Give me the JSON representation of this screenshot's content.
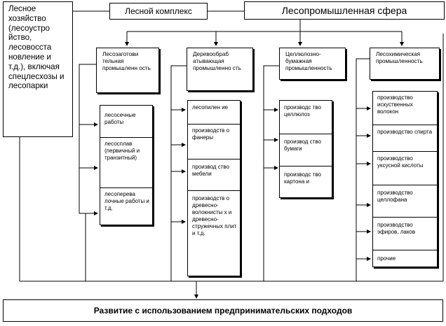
{
  "top": {
    "forest_complex": "Лесной комплекс",
    "forest_industry": "Лесопромышленная сфера"
  },
  "forestry": {
    "text": "Лесное хозяйство (лесоустро йство, лесовосста новление и т.д.), включая спецлесхозы и лесопарки"
  },
  "branches": [
    {
      "title": "Лесозаготови тельная промышленн ость",
      "items": [
        "лесосечные работы",
        "лесосплав (первичный и транзитный)",
        "лесоперева лочные работы и т.д."
      ]
    },
    {
      "title": "Деревообраб атывающая промышленно сть",
      "items": [
        "лесопилен ие",
        "производств о фанеры",
        "производ ство мебели",
        "производств о древесно-волокнисты х и древесно-стружечных плит и т.д."
      ]
    },
    {
      "title": "Целлюлозно-бумажная промышленность",
      "items": [
        "производс тво целлюлоз",
        "производ ство бумаги",
        "производс тво картона и"
      ]
    },
    {
      "title": "Лесохимическая промышленность",
      "items": [
        "производство искуственных волокон",
        "производство спирта",
        "производство уксусной кислоты",
        "производство целлофана",
        "производство эфиров, лаков",
        "прочие"
      ]
    }
  ],
  "bottom": {
    "text": "Развитие с использованием предпринимательских подходов"
  }
}
